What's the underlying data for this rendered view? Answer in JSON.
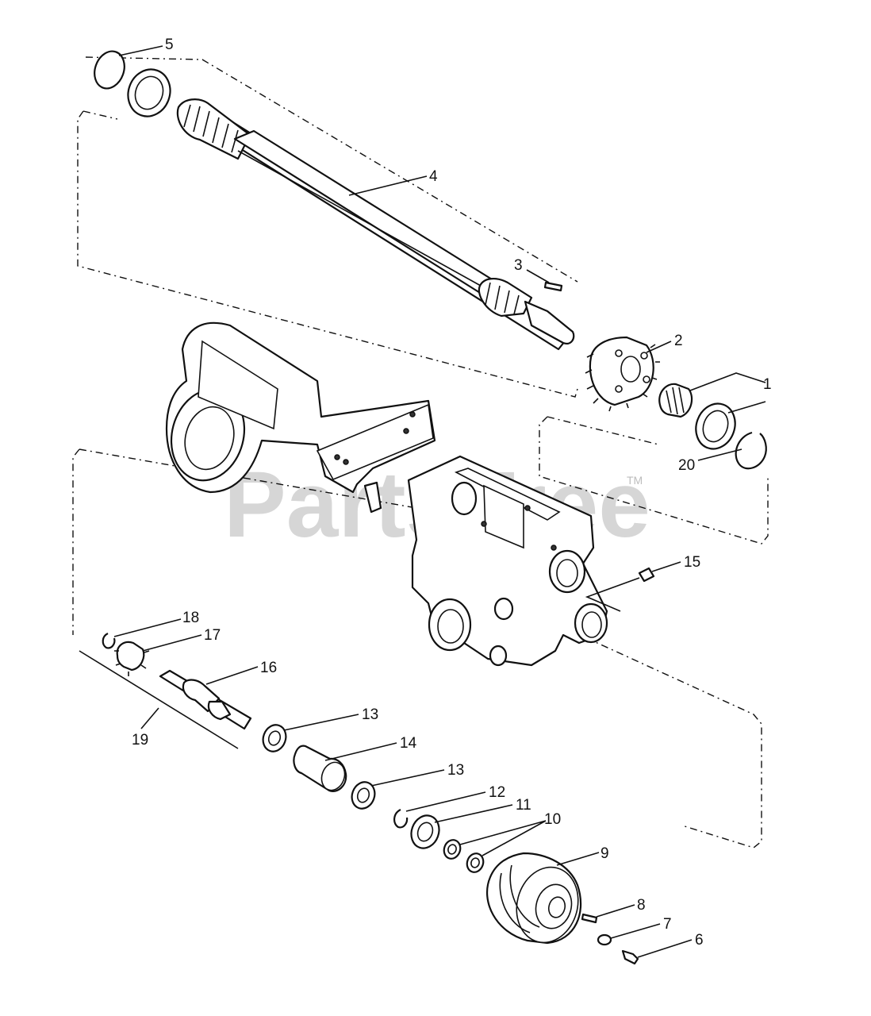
{
  "watermark": {
    "text": "PartsTree",
    "mark": "TM",
    "color": "#c9c9c9"
  },
  "callouts": {
    "c1": "1",
    "c2": "2",
    "c3": "3",
    "c4": "4",
    "c5": "5",
    "c6": "6",
    "c7": "7",
    "c8": "8",
    "c9": "9",
    "c10": "10",
    "c11": "11",
    "c12": "12",
    "c13a": "13",
    "c13b": "13",
    "c14": "14",
    "c15": "15",
    "c16": "16",
    "c17": "17",
    "c18": "18",
    "c19": "19",
    "c20": "20"
  },
  "colors": {
    "line": "#111111",
    "background": "#ffffff"
  }
}
